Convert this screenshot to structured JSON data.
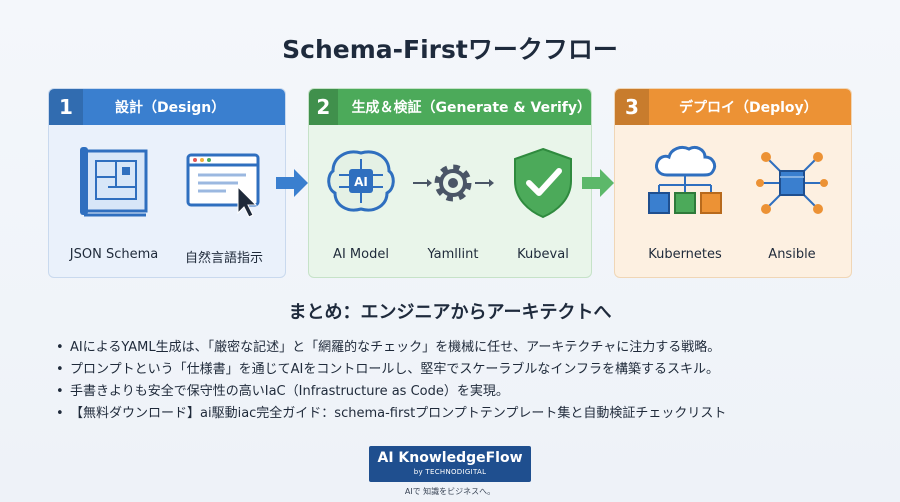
{
  "title": "Schema-Firstワークフロー",
  "panels": [
    {
      "number": "1",
      "title": "設計（Design）",
      "items": [
        {
          "label": "JSON Schema",
          "icon": "blueprint-icon"
        },
        {
          "label": "自然言語指示",
          "icon": "browser-cursor-icon"
        }
      ]
    },
    {
      "number": "2",
      "title": "生成＆検証（Generate & Verify）",
      "items": [
        {
          "label": "AI Model",
          "icon": "ai-brain-icon"
        },
        {
          "label": "Yamllint",
          "icon": "gear-icon"
        },
        {
          "label": "Kubeval",
          "icon": "shield-check-icon"
        }
      ]
    },
    {
      "number": "3",
      "title": "デプロイ（Deploy）",
      "items": [
        {
          "label": "Kubernetes",
          "icon": "cloud-containers-icon"
        },
        {
          "label": "Ansible",
          "icon": "network-hub-icon"
        }
      ]
    }
  ],
  "summary": {
    "title": "まとめ：エンジニアからアーキテクトへ",
    "bullets": [
      "AIによるYAML生成は、「厳密な記述」と「網羅的なチェック」を機械に任せ、アーキテクチャに注力する戦略。",
      "プロンプトという「仕様書」を通じてAIをコントロールし、堅牢でスケーラブルなインフラを構築するスキル。",
      "手書きよりも安全で保守性の高いIaC（Infrastructure as Code）を実現。",
      "【無料ダウンロード】ai駆動iac完全ガイド：schema-firstプロンプトテンプレート集と自動検証チェックリスト"
    ]
  },
  "brand": {
    "name": "AI KnowledgeFlow",
    "by": "by TECHNODIGITAL",
    "tagline": "AIで 知識をビジネスへ。"
  },
  "colors": {
    "design": "#3a7fcf",
    "verify": "#4caa5a",
    "deploy": "#ec9235",
    "arrow": "#3a7fcf",
    "arrow_green": "#5cb86a",
    "logo": "#1f4f8f"
  }
}
